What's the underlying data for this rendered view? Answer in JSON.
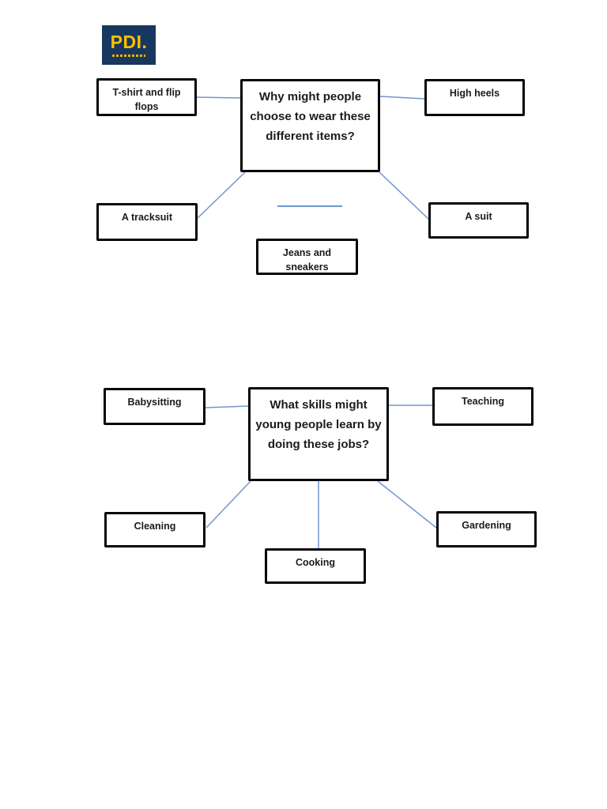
{
  "logo": {
    "text": "PDI.",
    "bg_color": "#17375e",
    "text_color": "#ffc000"
  },
  "diagram_clothes": {
    "center_question": "Why might people choose to wear these different items?",
    "nodes": [
      "T-shirt and flip flops",
      "High heels",
      "A tracksuit",
      "A suit",
      "Jeans and sneakers"
    ]
  },
  "diagram_jobs": {
    "center_question": "What skills might young people learn by doing these jobs?",
    "nodes": [
      "Babysitting",
      "Teaching",
      "Cleaning",
      "Gardening",
      "Cooking"
    ]
  },
  "colors": {
    "connector": "#7097cf",
    "box_border": "#060606",
    "page_background": "#ffffff"
  }
}
